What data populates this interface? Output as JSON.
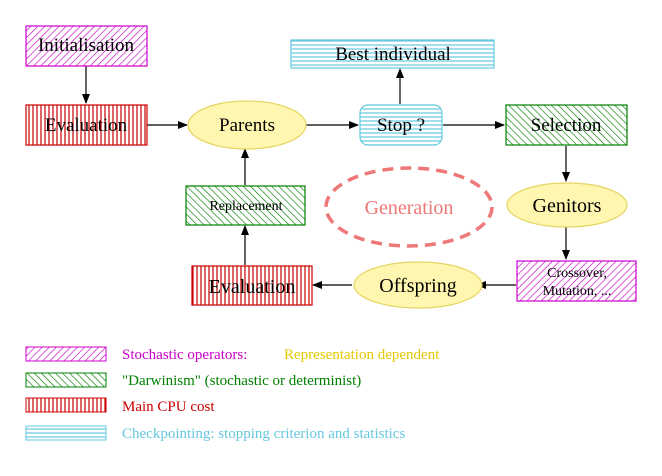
{
  "colors": {
    "stochastic": "#cc00cc",
    "representation": "#e6c800",
    "darwinism": "#008000",
    "cpu": "#cc0000",
    "checkpoint": "#66c8e0",
    "generation": "#ee7777",
    "ellipse_fill": "#fff7b0",
    "ellipse_stroke": "#e6d460",
    "arrow": "#000000"
  },
  "nodes": {
    "initialisation": "Initialisation",
    "evaluation_top": "Evaluation",
    "parents": "Parents",
    "stop": "Stop ?",
    "best_individual": "Best individual",
    "selection": "Selection",
    "genitors": "Genitors",
    "crossover_line1": "Crossover,",
    "crossover_line2": "Mutation, ...",
    "offspring": "Offspring",
    "evaluation_bottom": "Evaluation",
    "replacement": "Replacement",
    "generation": "Generation"
  },
  "legend": {
    "stochastic_label": "Stochastic operators:",
    "representation_label": "Representation dependent",
    "darwinism_label": "\"Darwinism\" (stochastic or determinist)",
    "cpu_label": "Main CPU cost",
    "checkpoint_label": "Checkpointing: stopping criterion and statistics"
  }
}
